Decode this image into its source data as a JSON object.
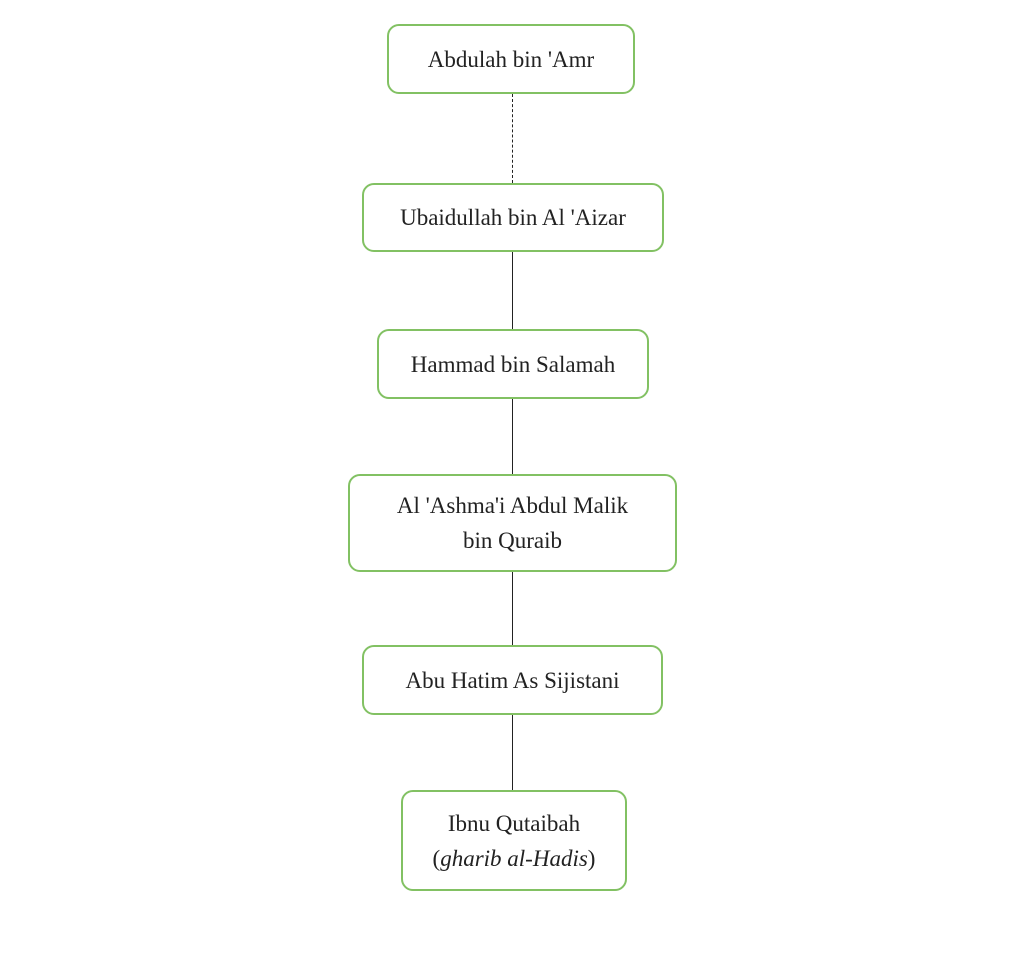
{
  "nodes": [
    {
      "label": "Abdulah bin 'Amr"
    },
    {
      "label": "Ubaidullah bin Al 'Aizar"
    },
    {
      "label": "Hammad bin Salamah"
    },
    {
      "label": "Al 'Ashma'i Abdul Malik",
      "label2": "bin Quraib"
    },
    {
      "label": "Abu Hatim As Sijistani"
    },
    {
      "label": "Ibnu Qutaibah",
      "open": "(",
      "italic": "gharib al-Hadis",
      "close": ")"
    }
  ],
  "colors": {
    "border": "#82c163",
    "line": "#222222"
  }
}
